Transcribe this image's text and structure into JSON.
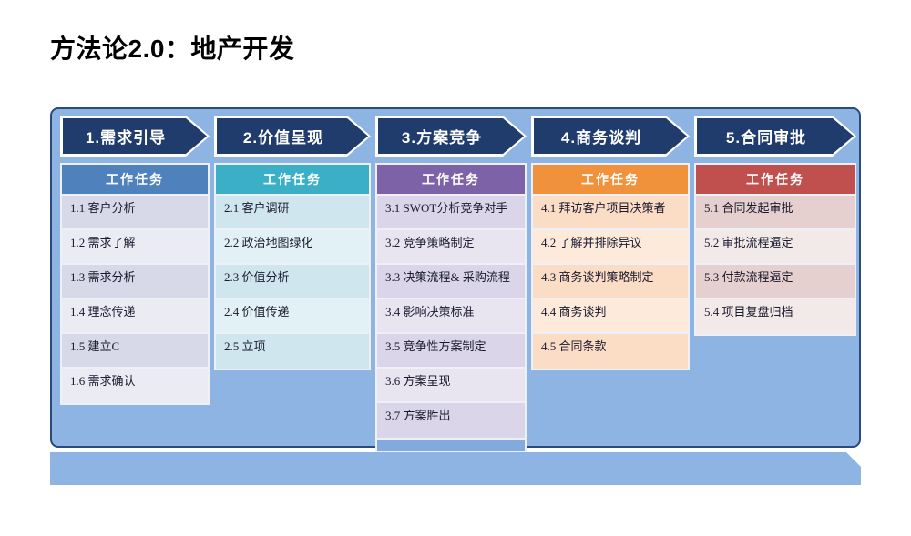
{
  "title": "方法论2.0：地产开发",
  "colors": {
    "panel_bg": "#8db4e2",
    "arrow_fill": "#1f3c6d",
    "arrow_border": "#ffffff",
    "phase1_header": "#4f81bd",
    "phase2_header": "#3aafc5",
    "phase3_header": "#7d62a8",
    "phase4_header": "#f0913c",
    "phase5_header": "#c0504d"
  },
  "phases": [
    {
      "arrow_label": "1.需求引导",
      "header_label": "工作任务",
      "tasks": [
        "1.1 客户分析",
        "1.2 需求了解",
        "1.3 需求分析",
        "1.4 理念传递",
        "1.5 建立C",
        "1.6 需求确认"
      ]
    },
    {
      "arrow_label": "2.价值呈现",
      "header_label": "工作任务",
      "tasks": [
        "2.1 客户调研",
        "2.2 政治地图绿化",
        "2.3 价值分析",
        "2.4 价值传递",
        "2.5 立项"
      ]
    },
    {
      "arrow_label": "3.方案竞争",
      "header_label": "工作任务",
      "tasks": [
        "3.1 SWOT分析竞争对手",
        "3.2 竞争策略制定",
        "3.3 决策流程& 采购流程",
        "3.4 影响决策标准",
        "3.5 竞争性方案制定",
        "3.6 方案呈现",
        "3.7 方案胜出"
      ]
    },
    {
      "arrow_label": "4.商务谈判",
      "header_label": "工作任务",
      "tasks": [
        "4.1 拜访客户项目决策者",
        "4.2 了解并排除异议",
        "4.3 商务谈判策略制定",
        "4.4 商务谈判",
        "4.5 合同条款"
      ]
    },
    {
      "arrow_label": "5.合同审批",
      "header_label": "工作任务",
      "tasks": [
        "5.1 合同发起审批",
        "5.2 审批流程逼定",
        "5.3 付款流程逼定",
        "5.4 项目复盘归档"
      ]
    }
  ]
}
